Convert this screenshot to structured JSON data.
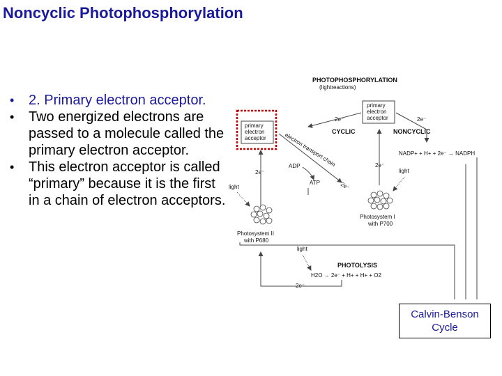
{
  "slide": {
    "title": "Noncyclic Photophosphorylation",
    "bullets": [
      "2. Primary electron acceptor.",
      "Two energized electrons are passed to a molecule called the primary electron acceptor.",
      "This electron acceptor is called “primary” because it is the first in a chain of electron acceptors."
    ]
  },
  "diagram": {
    "title": "PHOTOPHOSPHORYLATION",
    "subtitle": "(lightreactions)",
    "primary_acceptor_left": [
      "primary",
      "electron",
      "acceptor"
    ],
    "primary_acceptor_right": [
      "primary",
      "electron",
      "acceptor"
    ],
    "cyclic_label": "CYCLIC",
    "noncyclic_label": "NONCYCLIC",
    "two_e": "2e⁻",
    "nadp_equation": "NADP+ + H+ + 2e⁻ → NADPH",
    "adp": "ADP",
    "atp": "ATP",
    "electron_transport_chain": "electron transport chain",
    "light": "light",
    "photosystem_ii": [
      "Photosystem II",
      "with P680"
    ],
    "photosystem_i": [
      "Photosystem I",
      "with P700"
    ],
    "photolysis_label": "PHOTOLYSIS",
    "photolysis_equation": "H2O → 2e⁻ + H+ + H+ + O2",
    "highlight_color": "#cc0000"
  },
  "calvin_box": {
    "line1": "Calvin-Benson",
    "line2": "Cycle"
  }
}
